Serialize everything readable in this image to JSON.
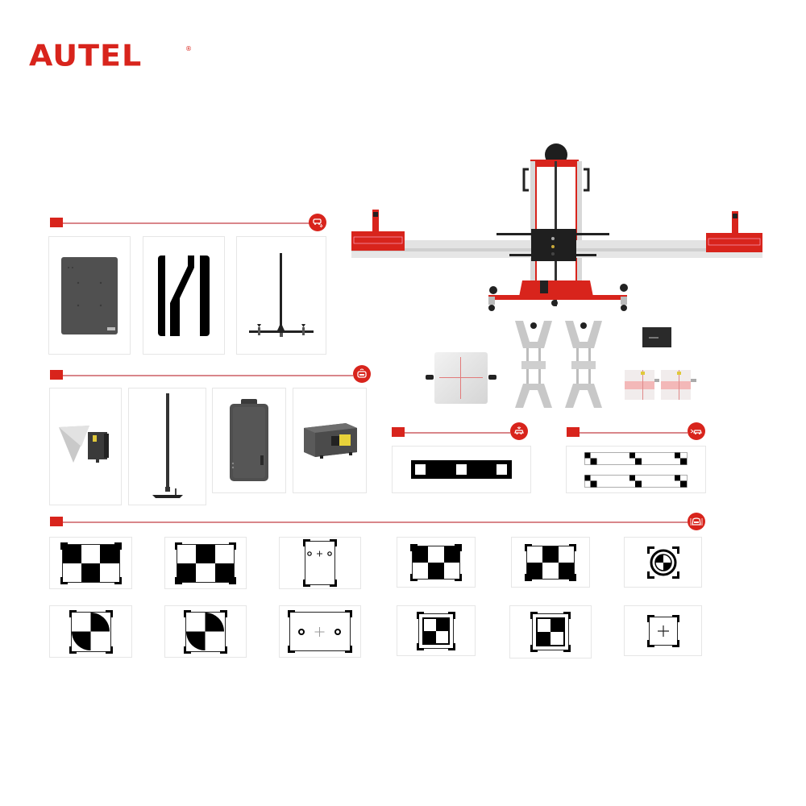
{
  "brand": {
    "logo_text": "AUTEL",
    "registered_mark": "®",
    "color": "#d8241c"
  },
  "colors": {
    "accent": "#d8241c",
    "section_line": "#d9868a",
    "panel_border": "#e6e6e6",
    "target_black": "#000000",
    "device_gray": "#505050"
  },
  "sections": [
    {
      "id": "section-1",
      "icon": "car-radar-icon",
      "items": [
        "dark-reflector-plate",
        "lane-departure-pattern-board",
        "target-stand-tripod-base"
      ]
    },
    {
      "id": "section-2",
      "icon": "car-front-radar-icon",
      "items": [
        "corner-reflector-with-laser",
        "vertical-stand-pole",
        "radar-box-unit",
        "laser-device-box"
      ]
    },
    {
      "id": "section-3",
      "icon": "car-signal-icon",
      "items": [
        "black-bar-target-three-squares"
      ]
    },
    {
      "id": "section-4",
      "icon": "car-side-camera-icon",
      "items": [
        "double-checker-strip-target"
      ]
    },
    {
      "id": "section-5",
      "icon": "car-front-camera-icon",
      "items": [
        "checker-target-2x3-a",
        "checker-target-2x3-b",
        "pinhole-cross-target-portrait",
        "checker-target-2x3-c",
        "checker-target-2x3-d",
        "circle-quadrant-target",
        "quadrant-target-a",
        "quadrant-target-b",
        "pinhole-cross-target-landscape",
        "square-checker-target-a",
        "square-checker-target-b",
        "cross-target-square"
      ]
    }
  ],
  "hero": {
    "items": [
      "adas-calibration-frame",
      "laser-target-plate",
      "wheel-clamp-left",
      "wheel-clamp-right",
      "control-box",
      "wheel-scale-plate-left",
      "wheel-scale-plate-right"
    ]
  }
}
